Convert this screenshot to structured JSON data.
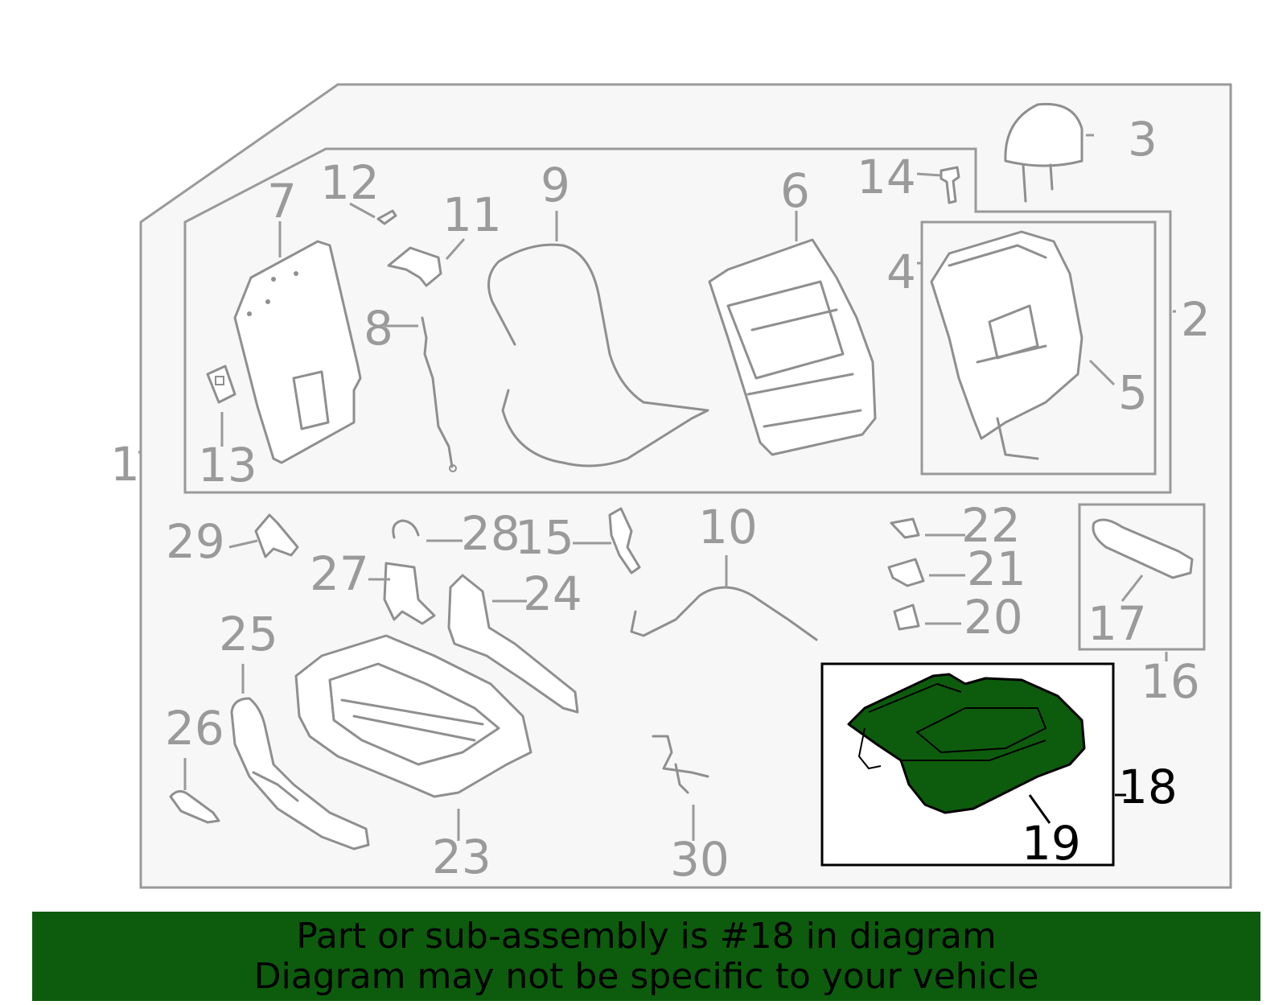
{
  "callouts": {
    "c1": "1",
    "c2": "2",
    "c3": "3",
    "c4": "4",
    "c5": "5",
    "c6": "6",
    "c7": "7",
    "c8": "8",
    "c9": "9",
    "c10": "10",
    "c11": "11",
    "c12": "12",
    "c13": "13",
    "c14": "14",
    "c15": "15",
    "c16": "16",
    "c17": "17",
    "c18": "18",
    "c19": "19",
    "c20": "20",
    "c21": "21",
    "c22": "22",
    "c23": "23",
    "c24": "24",
    "c25": "25",
    "c26": "26",
    "c27": "27",
    "c28": "28",
    "c29": "29",
    "c30": "30"
  },
  "highlight": {
    "part_number": "18",
    "color": "#0d5c0d"
  },
  "banner": {
    "line1": "Part or sub-assembly is #18 in diagram",
    "line2": "Diagram may not be specific to your vehicle",
    "background": "#0d5c0d"
  }
}
